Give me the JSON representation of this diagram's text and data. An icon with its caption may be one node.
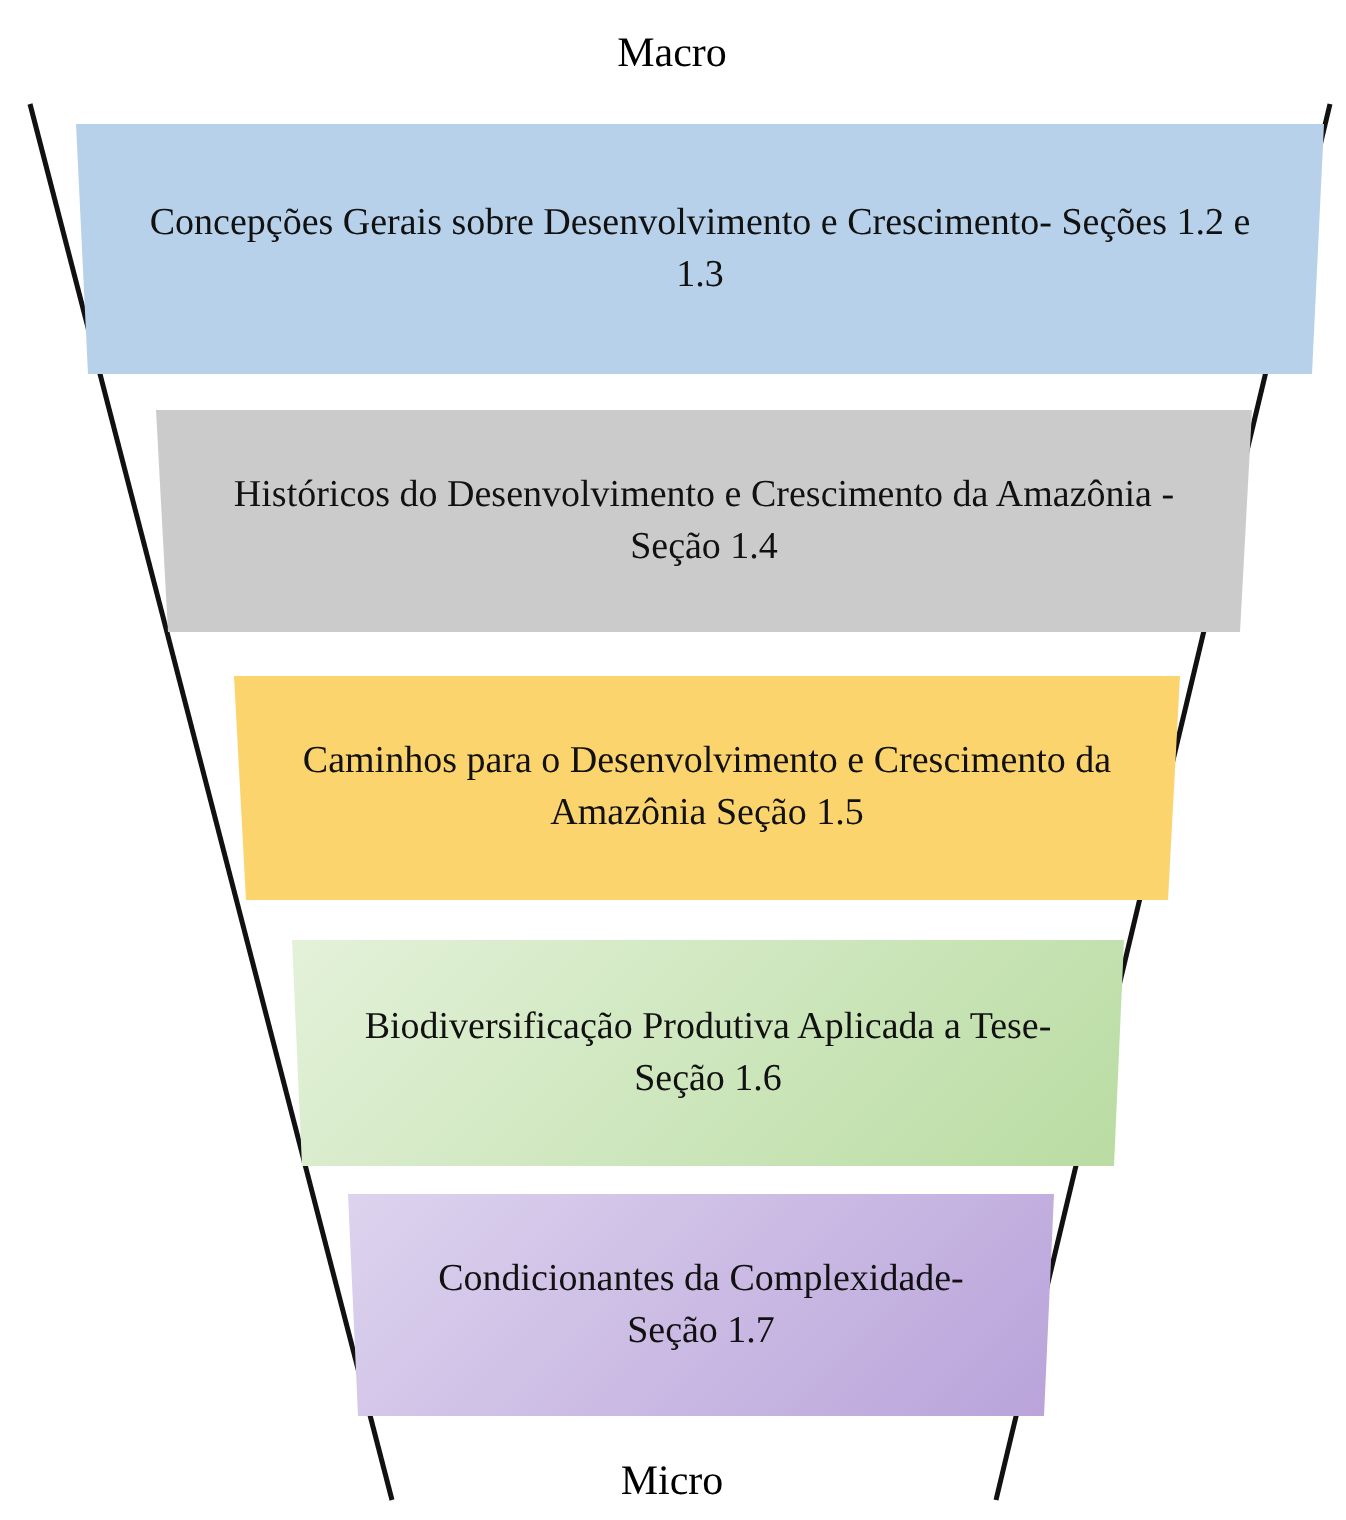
{
  "diagram": {
    "nodes": [
      {
        "text": [
          "Concepções Gerais sobre Desenvolvimento e Crescimento- Seções 1.2 e 1.3"
        ]
      },
      {
        "text": [
          "Históricos do Desenvolvimento e Crescimento da Amazônia - Seção 1.4"
        ]
      },
      {
        "text": [
          "Caminhos para o Desenvolvimento e Crescimento da Amazônia Seção 1.5"
        ]
      },
      {
        "text": [
          "Biodiversificação Produtiva Aplicada a Tese- Seção 1.6"
        ]
      },
      {
        "text": [
          "Condicionantes da Complexidade- Seção 1.7"
        ]
      }
    ],
    "labels": [
      "Macro",
      "Micro"
    ]
  }
}
